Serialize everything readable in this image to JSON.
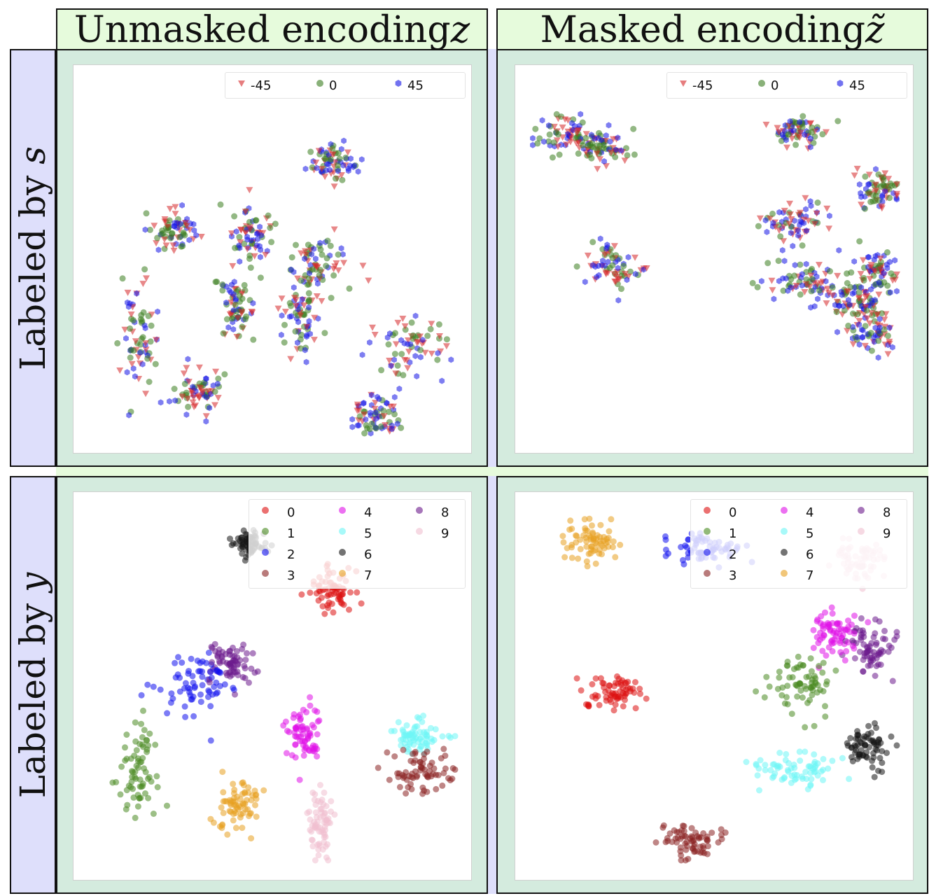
{
  "headers": {
    "col1_text": "Unmasked encoding ",
    "col1_var": "z",
    "col2_text": "Masked encoding ",
    "col2_var": "z̃"
  },
  "row_labels": {
    "row1_text": "Labeled by ",
    "row1_var": "s",
    "row2_text": "Labeled by ",
    "row2_var": "y"
  },
  "colors": {
    "header_bg": "#e6fbdc",
    "rowlabel_bg": "#dedffb",
    "cell_bg": "#d4ebde",
    "series_-45": "#d62728",
    "series_0": "#3a7d1f",
    "series_45": "#1414e6",
    "digit_0": "#dd1010",
    "digit_1": "#4a8a22",
    "digit_2": "#1010ee",
    "digit_3": "#8b2323",
    "digit_4": "#e010e8",
    "digit_5": "#6ef5f5",
    "digit_6": "#151515",
    "digit_7": "#e8a020",
    "digit_8": "#6c1a8c",
    "digit_9": "#f0c0d0"
  },
  "chart_data": [
    {
      "type": "scatter",
      "panel": "unmasked-by-s",
      "xlim": [
        0,
        1
      ],
      "ylim": [
        0,
        1
      ],
      "axis_ticks": "hidden",
      "legend": [
        "-45",
        "0",
        "45"
      ],
      "legend_position": "top-right",
      "clusters": [
        {
          "cx": 0.13,
          "cy": 0.26,
          "sx": 0.05,
          "sy": 0.13
        },
        {
          "cx": 0.29,
          "cy": 0.12,
          "sx": 0.07,
          "sy": 0.06
        },
        {
          "cx": 0.44,
          "cy": 0.58,
          "sx": 0.05,
          "sy": 0.08
        },
        {
          "cx": 0.66,
          "cy": 0.78,
          "sx": 0.06,
          "sy": 0.05
        },
        {
          "cx": 0.4,
          "cy": 0.36,
          "sx": 0.04,
          "sy": 0.09
        },
        {
          "cx": 0.58,
          "cy": 0.34,
          "sx": 0.05,
          "sy": 0.12
        },
        {
          "cx": 0.87,
          "cy": 0.25,
          "sx": 0.1,
          "sy": 0.07
        },
        {
          "cx": 0.62,
          "cy": 0.47,
          "sx": 0.07,
          "sy": 0.08
        },
        {
          "cx": 0.78,
          "cy": 0.05,
          "sx": 0.06,
          "sy": 0.06
        },
        {
          "cx": 0.23,
          "cy": 0.58,
          "sx": 0.06,
          "sy": 0.06
        }
      ]
    },
    {
      "type": "scatter",
      "panel": "masked-by-s",
      "xlim": [
        0,
        1
      ],
      "ylim": [
        0,
        1
      ],
      "axis_ticks": "hidden",
      "legend": [
        "-45",
        "0",
        "45"
      ],
      "legend_position": "top-right",
      "clusters": [
        {
          "cx": 0.22,
          "cy": 0.48,
          "sx": 0.07,
          "sy": 0.05
        },
        {
          "cx": 0.72,
          "cy": 0.61,
          "sx": 0.08,
          "sy": 0.06
        },
        {
          "cx": 0.93,
          "cy": 0.3,
          "sx": 0.05,
          "sy": 0.06
        },
        {
          "cx": 0.95,
          "cy": 0.7,
          "sx": 0.05,
          "sy": 0.05
        },
        {
          "cx": 0.73,
          "cy": 0.87,
          "sx": 0.07,
          "sy": 0.04
        },
        {
          "cx": 0.89,
          "cy": 0.38,
          "sx": 0.07,
          "sy": 0.05
        },
        {
          "cx": 0.75,
          "cy": 0.44,
          "sx": 0.09,
          "sy": 0.04
        },
        {
          "cx": 0.09,
          "cy": 0.86,
          "sx": 0.08,
          "sy": 0.05
        },
        {
          "cx": 0.95,
          "cy": 0.47,
          "sx": 0.06,
          "sy": 0.05
        },
        {
          "cx": 0.19,
          "cy": 0.82,
          "sx": 0.07,
          "sy": 0.04
        }
      ]
    },
    {
      "type": "scatter",
      "panel": "unmasked-by-y",
      "xlim": [
        0,
        1
      ],
      "ylim": [
        0,
        1
      ],
      "axis_ticks": "hidden",
      "legend": [
        "0",
        "1",
        "2",
        "3",
        "4",
        "5",
        "6",
        "7",
        "8",
        "9"
      ],
      "legend_position": "top-right",
      "clusters": [
        {
          "cx": 0.66,
          "cy": 0.78,
          "sx": 0.06,
          "sy": 0.05
        },
        {
          "cx": 0.13,
          "cy": 0.26,
          "sx": 0.05,
          "sy": 0.13
        },
        {
          "cx": 0.29,
          "cy": 0.5,
          "sx": 0.09,
          "sy": 0.09
        },
        {
          "cx": 0.91,
          "cy": 0.25,
          "sx": 0.08,
          "sy": 0.06
        },
        {
          "cx": 0.58,
          "cy": 0.36,
          "sx": 0.04,
          "sy": 0.08
        },
        {
          "cx": 0.9,
          "cy": 0.36,
          "sx": 0.07,
          "sy": 0.04
        },
        {
          "cx": 0.44,
          "cy": 0.91,
          "sx": 0.04,
          "sy": 0.03
        },
        {
          "cx": 0.4,
          "cy": 0.16,
          "sx": 0.06,
          "sy": 0.07
        },
        {
          "cx": 0.38,
          "cy": 0.57,
          "sx": 0.06,
          "sy": 0.05
        },
        {
          "cx": 0.63,
          "cy": 0.1,
          "sx": 0.03,
          "sy": 0.1
        }
      ]
    },
    {
      "type": "scatter",
      "panel": "masked-by-y",
      "xlim": [
        0,
        1
      ],
      "ylim": [
        0,
        1
      ],
      "axis_ticks": "hidden",
      "legend": [
        "0",
        "1",
        "2",
        "3",
        "4",
        "5",
        "6",
        "7",
        "8",
        "9"
      ],
      "legend_position": "top-right",
      "clusters": [
        {
          "cx": 0.22,
          "cy": 0.48,
          "sx": 0.07,
          "sy": 0.05
        },
        {
          "cx": 0.74,
          "cy": 0.5,
          "sx": 0.08,
          "sy": 0.07
        },
        {
          "cx": 0.48,
          "cy": 0.9,
          "sx": 0.1,
          "sy": 0.04
        },
        {
          "cx": 0.44,
          "cy": 0.06,
          "sx": 0.09,
          "sy": 0.05
        },
        {
          "cx": 0.83,
          "cy": 0.65,
          "sx": 0.06,
          "sy": 0.06
        },
        {
          "cx": 0.72,
          "cy": 0.26,
          "sx": 0.12,
          "sy": 0.05
        },
        {
          "cx": 0.92,
          "cy": 0.32,
          "sx": 0.05,
          "sy": 0.06
        },
        {
          "cx": 0.16,
          "cy": 0.91,
          "sx": 0.07,
          "sy": 0.05
        },
        {
          "cx": 0.93,
          "cy": 0.62,
          "sx": 0.06,
          "sy": 0.07
        },
        {
          "cx": 0.9,
          "cy": 0.86,
          "sx": 0.06,
          "sy": 0.05
        }
      ]
    }
  ]
}
